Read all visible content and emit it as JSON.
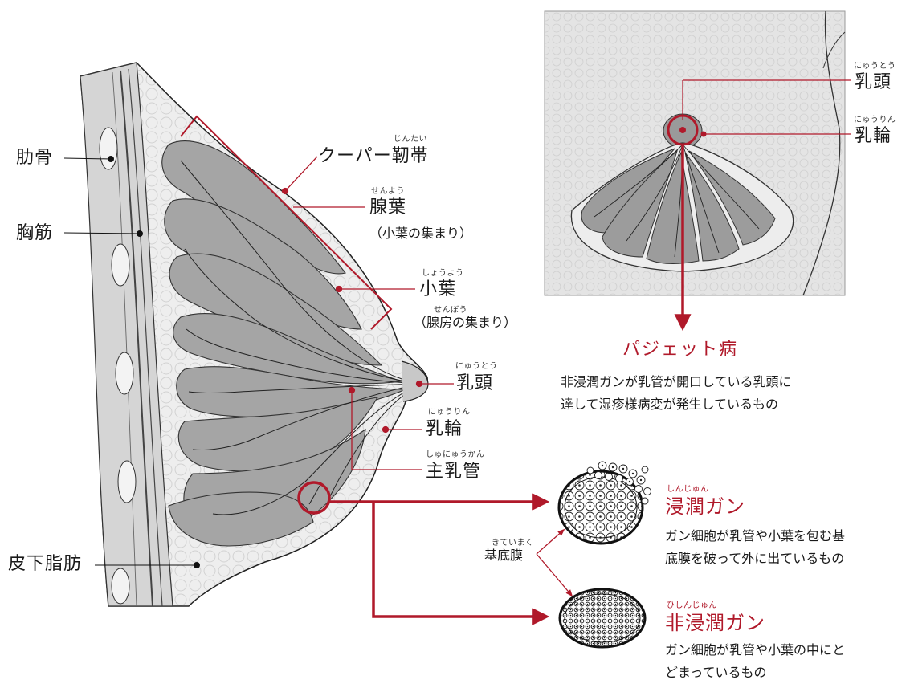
{
  "anatomy_labels": {
    "rib": "肋骨",
    "pectoral": "胸筋",
    "subcutaneous_fat": "皮下脂肪",
    "cooper": {
      "text": "クーパー靭帯",
      "ruby": "じんたい"
    },
    "gland_lobe": {
      "text": "腺葉",
      "ruby": "せんよう",
      "note": "（小葉の集まり）"
    },
    "lobule": {
      "text": "小葉",
      "ruby": "しょうよう",
      "note_before": "（",
      "note_ruby_word": "腺房",
      "note_ruby": "せんぼう",
      "note_after": "の集まり）"
    },
    "nipple": {
      "text": "乳頭",
      "ruby": "にゅうとう"
    },
    "areola": {
      "text": "乳輪",
      "ruby": "にゅうりん"
    },
    "main_duct": {
      "text": "主乳管",
      "ruby": "しゅにゅうかん"
    }
  },
  "inset": {
    "nipple": {
      "text": "乳頭",
      "ruby": "にゅうとう"
    },
    "areola": {
      "text": "乳輪",
      "ruby": "にゅうりん"
    }
  },
  "paget": {
    "title": "パジェット病",
    "description": "非浸潤ガンが乳管が開口している乳頭に\n達して湿疹様病変が発生しているもの"
  },
  "basement_membrane": {
    "text": "基底膜",
    "ruby": "きていまく"
  },
  "invasive": {
    "title": "浸潤ガン",
    "ruby": "しんじゅん",
    "description": "ガン細胞が乳管や小葉を包む基\n底膜を破って外に出ているもの"
  },
  "noninvasive": {
    "title": "非浸潤ガン",
    "ruby": "ひしんじゅん",
    "description": "ガン細胞が乳管や小葉の中にと\nどまっているもの"
  },
  "colors": {
    "accent": "#b0192a",
    "tissue": "#a8a8a8",
    "background_panel": "#e6e6e6"
  }
}
